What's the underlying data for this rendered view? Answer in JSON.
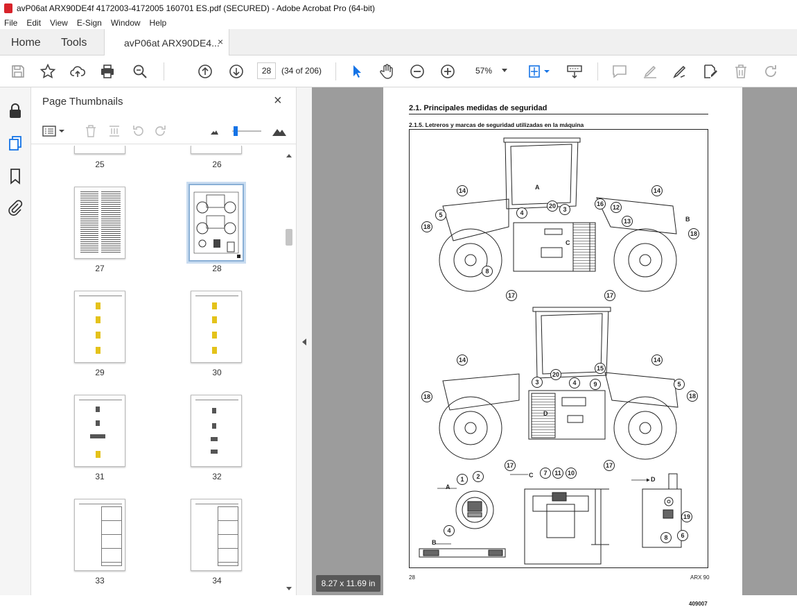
{
  "window": {
    "title": "avP06at ARX90DE4f 4172003-4172005 160701 ES.pdf (SECURED) - Adobe Acrobat Pro (64-bit)"
  },
  "menu": [
    "File",
    "Edit",
    "View",
    "E-Sign",
    "Window",
    "Help"
  ],
  "tabs": {
    "home": "Home",
    "tools": "Tools",
    "doc": "avP06at ARX90DE4...",
    "close": "×"
  },
  "toolbar": {
    "page_value": "28",
    "page_count": "(34 of 206)",
    "zoom": "57%"
  },
  "thumbs": {
    "title": "Page Thumbnails",
    "close": "×",
    "pages": [
      "25",
      "26",
      "27",
      "28",
      "29",
      "30",
      "31",
      "32",
      "33",
      "34"
    ],
    "selected": "28"
  },
  "page_size": "8.27 x 11.69 in",
  "pdf_page": {
    "heading": "2.1.    Principales medidas de seguridad",
    "subheading": "2.1.5.    Letreros y marcas de seguridad utilizadas en la máquina",
    "figure_id": "409007",
    "footer_left": "28",
    "footer_right": "ARX 90",
    "letters": [
      "A",
      "B",
      "C",
      "D"
    ],
    "callouts_top": [
      "14",
      "5",
      "18",
      "4",
      "20",
      "3",
      "8",
      "17",
      "16",
      "12",
      "13",
      "14",
      "18",
      "17"
    ],
    "callouts_mid": [
      "14",
      "18",
      "3",
      "20",
      "4",
      "15",
      "9",
      "14",
      "5",
      "18",
      "17",
      "17"
    ],
    "callouts_bottom": [
      "1",
      "2",
      "4",
      "7",
      "11",
      "10",
      "19",
      "8",
      "6"
    ]
  },
  "colors": {
    "accent": "#1473e6",
    "app_red": "#d8232a",
    "doc_bg": "#9c9c9c",
    "sticker_yellow": "#e4c21a"
  }
}
